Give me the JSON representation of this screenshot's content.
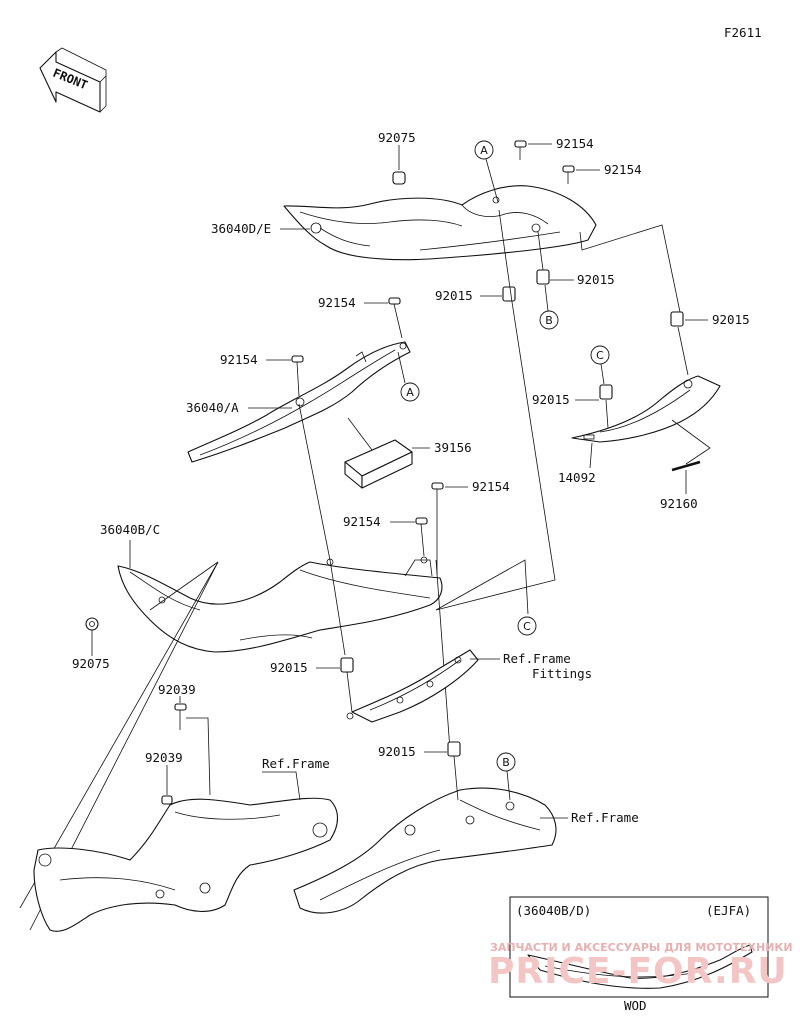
{
  "figure_code": "F2611",
  "front_label": "FRONT",
  "callouts": {
    "p92075_top": "92075",
    "p36040de": "36040D/E",
    "p92154_a": "92154",
    "p92154_b": "92154",
    "p92015_top1": "92015",
    "p92015_top2": "92015",
    "p92015_right": "92015",
    "p92154_c": "92154",
    "p92154_d": "92154",
    "p36040a": "36040/A",
    "p39156": "39156",
    "p92015_c": "92015",
    "p14092": "14092",
    "p92160": "92160",
    "p92154_e": "92154",
    "p92154_f": "92154",
    "p36040bc": "36040B/C",
    "p92075_left": "92075",
    "p92015_mid": "92015",
    "p92039_a": "92039",
    "p92039_b": "92039",
    "p92015_low": "92015"
  },
  "ref_labels": {
    "frame_fittings_line1": "Ref.Frame",
    "frame_fittings_line2": "Fittings",
    "frame_left": "Ref.Frame",
    "frame_right": "Ref.Frame"
  },
  "markers": {
    "a1": "A",
    "a2": "A",
    "b1": "B",
    "b2": "B",
    "c1": "C",
    "c2": "C"
  },
  "inset": {
    "left_label": "(36040B/D)",
    "right_label": "(EJFA)",
    "caption": "WOD"
  },
  "watermark": {
    "line1": "ЗАПЧАСТИ И АКСЕССУАРЫ ДЛЯ МОТОТЕХНИКИ",
    "line2": "PRICE-FOR.RU"
  }
}
